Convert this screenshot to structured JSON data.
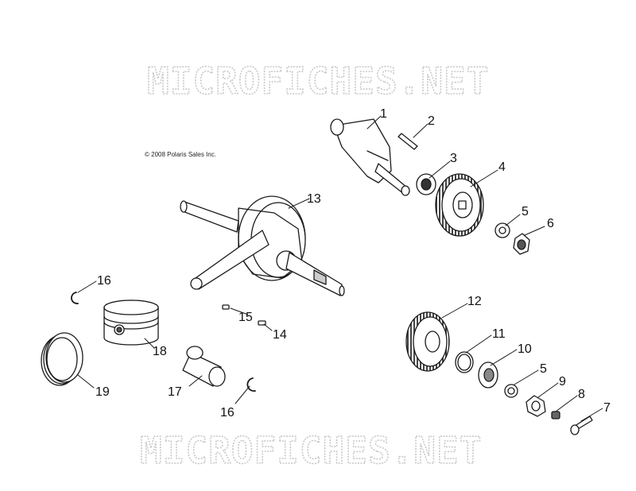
{
  "copyright": "© 2008 Polaris Sales Inc.",
  "watermark": {
    "top": "MICROFICHES.NET",
    "bottom": "MICROFICHES.NET"
  },
  "callouts": {
    "c1": "1",
    "c2": "2",
    "c3": "3",
    "c4": "4",
    "c5a": "5",
    "c6": "6",
    "c7": "7",
    "c8": "8",
    "c9": "9",
    "c10": "10",
    "c11": "11",
    "c12": "12",
    "c13": "13",
    "c14": "14",
    "c15": "15",
    "c16a": "16",
    "c16b": "16",
    "c17": "17",
    "c18": "18",
    "c19": "19",
    "c5b": "5"
  },
  "parts": {
    "p1": "balancer-shaft",
    "p2": "key",
    "p3": "bearing",
    "p4": "balancer-drive-gear",
    "p5": "washer",
    "p6": "nut",
    "p7": "bolt",
    "p8": "spring",
    "p9": "nut",
    "p10": "plate",
    "p11": "washer",
    "p12": "gear",
    "p13": "crankshaft-assembly",
    "p14": "pin",
    "p15": "pin",
    "p16": "piston-pin-clip",
    "p17": "piston-pin",
    "p18": "piston",
    "p19": "piston-rings"
  },
  "colors": {
    "line": "#1a1a1a",
    "watermark": "#c9c9c9",
    "part_fill": "#ffffff"
  }
}
